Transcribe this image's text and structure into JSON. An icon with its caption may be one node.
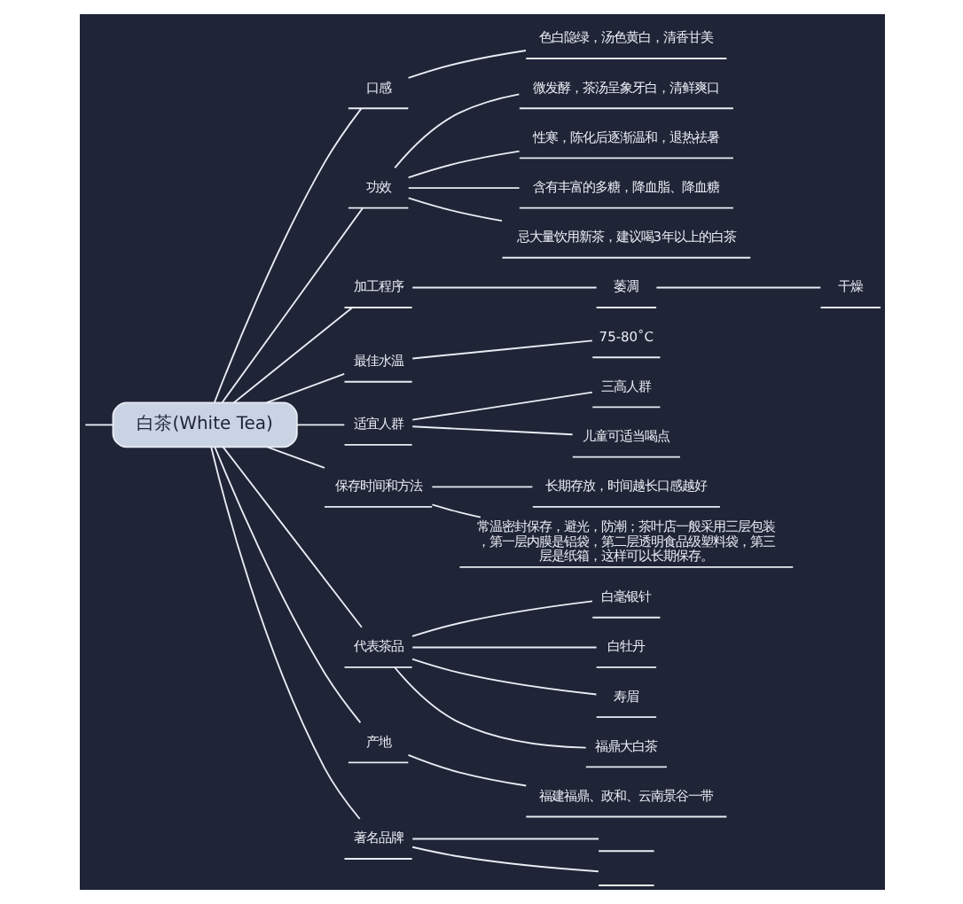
{
  "diagram": {
    "nodes": [
      {
        "text": [
          "白茶(White Tea)"
        ]
      },
      {
        "text": [
          "口感"
        ]
      },
      {
        "text": [
          "色白隐绿，汤色黄白，清香甘美"
        ]
      },
      {
        "text": [
          "功效"
        ]
      },
      {
        "text": [
          "微发酵，茶汤呈象牙白，清鲜爽口"
        ]
      },
      {
        "text": [
          "性寒，陈化后逐渐温和，退热祛暑"
        ]
      },
      {
        "text": [
          "含有丰富的多糖，降血脂、降血糖"
        ]
      },
      {
        "text": [
          "忌大量饮用新茶，建议喝3年以上的白茶"
        ]
      },
      {
        "text": [
          "加工程序"
        ]
      },
      {
        "text": [
          "萎凋"
        ]
      },
      {
        "text": [
          "干燥"
        ]
      },
      {
        "text": [
          "最佳水温"
        ]
      },
      {
        "text": [
          "75-80˚C"
        ]
      },
      {
        "text": [
          "适宜人群"
        ]
      },
      {
        "text": [
          "三高人群"
        ]
      },
      {
        "text": [
          "儿童可适当喝点"
        ]
      },
      {
        "text": [
          "保存时间和方法"
        ]
      },
      {
        "text": [
          "长期存放，时间越长口感越好"
        ]
      },
      {
        "text": [
          "常温密封保存，避光，防潮；茶叶店一般采用三层包装，第一层内膜是铝袋，第二层透明食品级塑料袋，第三层是纸箱，这样可以长期保存。"
        ]
      },
      {
        "text": [
          "代表茶品"
        ]
      },
      {
        "text": [
          "白毫银针"
        ]
      },
      {
        "text": [
          "白牡丹"
        ]
      },
      {
        "text": [
          "寿眉"
        ]
      },
      {
        "text": [
          "福鼎大白茶"
        ]
      },
      {
        "text": [
          "产地"
        ]
      },
      {
        "text": [
          "福建福鼎、政和、云南景谷一带"
        ]
      },
      {
        "text": [
          "著名品牌"
        ]
      },
      {
        "text": [],
        "shape": "box"
      },
      {
        "text": [],
        "shape": "box"
      }
    ],
    "edges": [
      {
        "from": null,
        "to": 0,
        "arrow": "none"
      },
      {
        "from": 0,
        "to": 1,
        "arrow": "none"
      },
      {
        "from": 1,
        "to": 2,
        "arrow": "none"
      },
      {
        "from": 0,
        "to": 3,
        "arrow": "none"
      },
      {
        "from": 3,
        "to": 4,
        "arrow": "none"
      },
      {
        "from": 3,
        "to": 5,
        "arrow": "none"
      },
      {
        "from": 3,
        "to": 6,
        "arrow": "none"
      },
      {
        "from": 3,
        "to": 7,
        "arrow": "none"
      },
      {
        "from": 0,
        "to": 8,
        "arrow": "none"
      },
      {
        "from": 8,
        "to": 9,
        "arrow": "none"
      },
      {
        "from": 9,
        "to": 10,
        "arrow": "none"
      },
      {
        "from": 0,
        "to": 11,
        "arrow": "none"
      },
      {
        "from": 11,
        "to": 12,
        "arrow": "none"
      },
      {
        "from": 0,
        "to": 13,
        "arrow": "none"
      },
      {
        "from": 13,
        "to": 14,
        "arrow": "none"
      },
      {
        "from": 13,
        "to": 15,
        "arrow": "none"
      },
      {
        "from": 0,
        "to": 16,
        "arrow": "none"
      },
      {
        "from": 16,
        "to": 17,
        "arrow": "none"
      },
      {
        "from": 16,
        "to": 18,
        "arrow": "none"
      },
      {
        "from": 0,
        "to": 19,
        "arrow": "none"
      },
      {
        "from": 19,
        "to": 20,
        "arrow": "none"
      },
      {
        "from": 19,
        "to": 21,
        "arrow": "none"
      },
      {
        "from": 19,
        "to": 22,
        "arrow": "none"
      },
      {
        "from": 19,
        "to": 23,
        "arrow": "none"
      },
      {
        "from": 0,
        "to": 24,
        "arrow": "none"
      },
      {
        "from": 24,
        "to": 25,
        "arrow": "none"
      },
      {
        "from": 0,
        "to": 26,
        "arrow": "none"
      },
      {
        "from": 26,
        "to": 27,
        "arrow": "none"
      },
      {
        "from": 26,
        "to": 28,
        "arrow": "none"
      }
    ]
  }
}
